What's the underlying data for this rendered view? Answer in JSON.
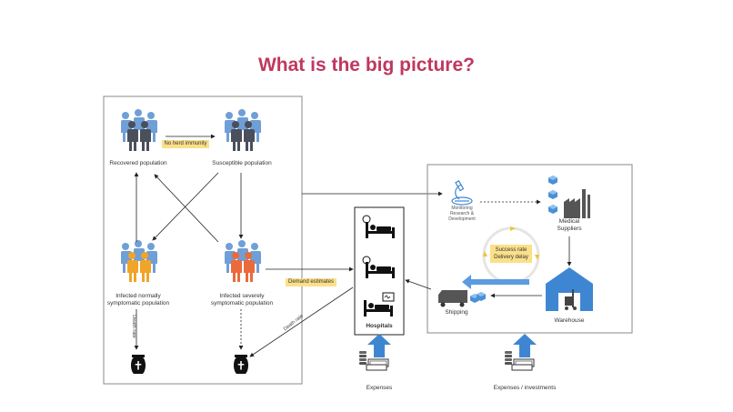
{
  "title": "What is the big picture?",
  "epidemic": {
    "recovered": "Recovered population",
    "susceptible": "Susceptible population",
    "no_herd_immunity": "No herd immunity",
    "infected_normal_1": "Infected normally",
    "infected_normal_2": "symptomatic population",
    "infected_severe_1": "Infected severely",
    "infected_severe_2": "symptomatic population",
    "death_rate_left": "Death rate",
    "death_rate_right": "Death rate"
  },
  "links": {
    "demand_estimates": "Demand estimates"
  },
  "hospitals": {
    "label": "Hospitals",
    "expenses": "Expenses"
  },
  "supply": {
    "monitoring_1": "Monitoring",
    "monitoring_2": "Research &",
    "monitoring_3": "Development",
    "medical_1": "Medical",
    "medical_2": "Suppliers",
    "success_rate": "Success rate",
    "delivery_delay": "Delivery delay",
    "shipping": "Shipping",
    "warehouse": "Warehouse",
    "expenses_investments": "Expenses / investments"
  },
  "colors": {
    "title": "#c0375f",
    "person_blue": "#6f9fd6",
    "person_dark": "#4a4f5c",
    "person_orange": "#f0a428",
    "person_red": "#ea6a3c",
    "tag_bg": "#fbe08a",
    "arrow_blue": "#3f86d2",
    "cube_blue": "#4a90d6"
  }
}
